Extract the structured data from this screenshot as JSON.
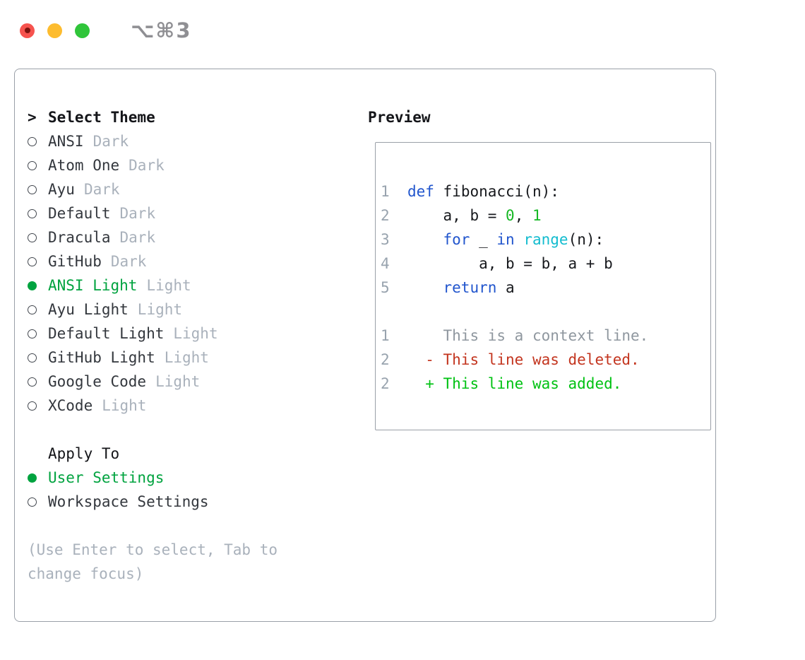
{
  "window": {
    "title": "⌥⌘3"
  },
  "colors": {
    "accent_green": "#00a33f",
    "added_green": "#00c213",
    "number_green": "#16b824",
    "keyword_blue": "#2155cd",
    "builtin_cyan": "#13bccf",
    "deleted_red": "#c3351f",
    "muted_gray": "#a9b1bb",
    "context_gray": "#8f979f",
    "line_number_gray": "#98a3ae",
    "border_gray": "#9aa0a8",
    "traffic_red": "#f6534e",
    "traffic_yellow": "#fdbc2f",
    "traffic_green": "#30c53a"
  },
  "panel": {
    "header": {
      "prefix": ">",
      "label": "Select Theme"
    },
    "themes": [
      {
        "name": "ANSI",
        "tag": "Dark",
        "selected": false
      },
      {
        "name": "Atom One",
        "tag": "Dark",
        "selected": false
      },
      {
        "name": "Ayu",
        "tag": "Dark",
        "selected": false
      },
      {
        "name": "Default",
        "tag": "Dark",
        "selected": false
      },
      {
        "name": "Dracula",
        "tag": "Dark",
        "selected": false
      },
      {
        "name": "GitHub",
        "tag": "Dark",
        "selected": false
      },
      {
        "name": "ANSI Light",
        "tag": "Light",
        "selected": true
      },
      {
        "name": "Ayu Light",
        "tag": "Light",
        "selected": false
      },
      {
        "name": "Default Light",
        "tag": "Light",
        "selected": false
      },
      {
        "name": "GitHub Light",
        "tag": "Light",
        "selected": false
      },
      {
        "name": "Google Code",
        "tag": "Light",
        "selected": false
      },
      {
        "name": "XCode",
        "tag": "Light",
        "selected": false
      }
    ],
    "apply_to": {
      "label": "Apply To",
      "options": [
        {
          "name": "User Settings",
          "selected": true
        },
        {
          "name": "Workspace Settings",
          "selected": false
        }
      ]
    },
    "help_lines": [
      "(Use Enter to select, Tab to",
      "change focus)"
    ]
  },
  "preview": {
    "header": "Preview",
    "lines": [
      {
        "segs": [
          {
            "t": "1",
            "c": "lineno"
          },
          {
            "t": "  ",
            "c": "fg"
          },
          {
            "t": "def",
            "c": "keyword"
          },
          {
            "t": " fibonacci(n):",
            "c": "fg"
          }
        ]
      },
      {
        "segs": [
          {
            "t": "2",
            "c": "lineno"
          },
          {
            "t": "      a, b = ",
            "c": "fg"
          },
          {
            "t": "0",
            "c": "number"
          },
          {
            "t": ", ",
            "c": "fg"
          },
          {
            "t": "1",
            "c": "number"
          }
        ]
      },
      {
        "segs": [
          {
            "t": "3",
            "c": "lineno"
          },
          {
            "t": "      ",
            "c": "fg"
          },
          {
            "t": "for",
            "c": "keyword"
          },
          {
            "t": " _ ",
            "c": "fg"
          },
          {
            "t": "in",
            "c": "keyword"
          },
          {
            "t": " ",
            "c": "fg"
          },
          {
            "t": "range",
            "c": "builtin"
          },
          {
            "t": "(n):",
            "c": "fg"
          }
        ]
      },
      {
        "segs": [
          {
            "t": "4",
            "c": "lineno"
          },
          {
            "t": "          a, b = b, a + b",
            "c": "fg"
          }
        ]
      },
      {
        "segs": [
          {
            "t": "5",
            "c": "lineno"
          },
          {
            "t": "      ",
            "c": "fg"
          },
          {
            "t": "return",
            "c": "keyword"
          },
          {
            "t": " a",
            "c": "fg"
          }
        ]
      },
      {
        "segs": []
      },
      {
        "segs": [
          {
            "t": "1",
            "c": "lineno"
          },
          {
            "t": "      This is a context line.",
            "c": "context"
          }
        ]
      },
      {
        "segs": [
          {
            "t": "2",
            "c": "lineno"
          },
          {
            "t": "    - This line was deleted.",
            "c": "deleted"
          }
        ]
      },
      {
        "segs": [
          {
            "t": "2",
            "c": "lineno"
          },
          {
            "t": "    + This line was added.",
            "c": "added"
          }
        ]
      }
    ]
  }
}
